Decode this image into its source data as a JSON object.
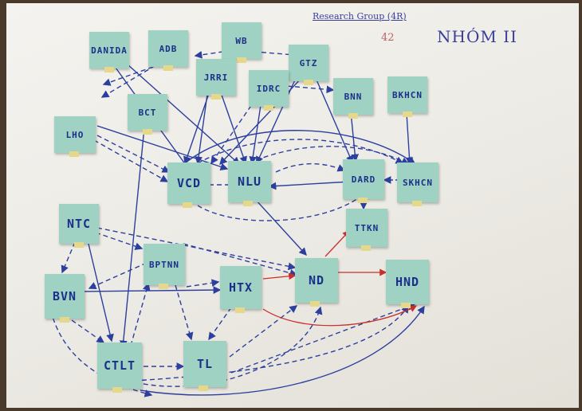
{
  "header": {
    "research_group": "Research Group (4R)",
    "group_count": "42",
    "group_name": "NHÓM II"
  },
  "nodes": {
    "danida": "DANIDA",
    "adb": "ADB",
    "wb": "WB",
    "gtz": "GTZ",
    "jirci": "JRRI",
    "idrc": "IDRC",
    "bnn": "BNN",
    "bkhcn": "BKHCN",
    "bct": "BCT",
    "lho": "LHO",
    "vcd": "VCD",
    "nlu": "NLU",
    "dard": "DARD",
    "skhcn": "SKHCN",
    "ntc": "NTC",
    "ttkn": "TTKN",
    "bptnn": "BPTNN",
    "bvn": "BVN",
    "htx": "HTX",
    "nd": "ND",
    "hnd": "HND",
    "ctlt": "CTLT",
    "tl": "TL"
  },
  "colors": {
    "sticky_note": "#9fd2c3",
    "ink_blue": "#2c3f9e",
    "ink_red": "#c9302c",
    "paper": "#efede8"
  }
}
